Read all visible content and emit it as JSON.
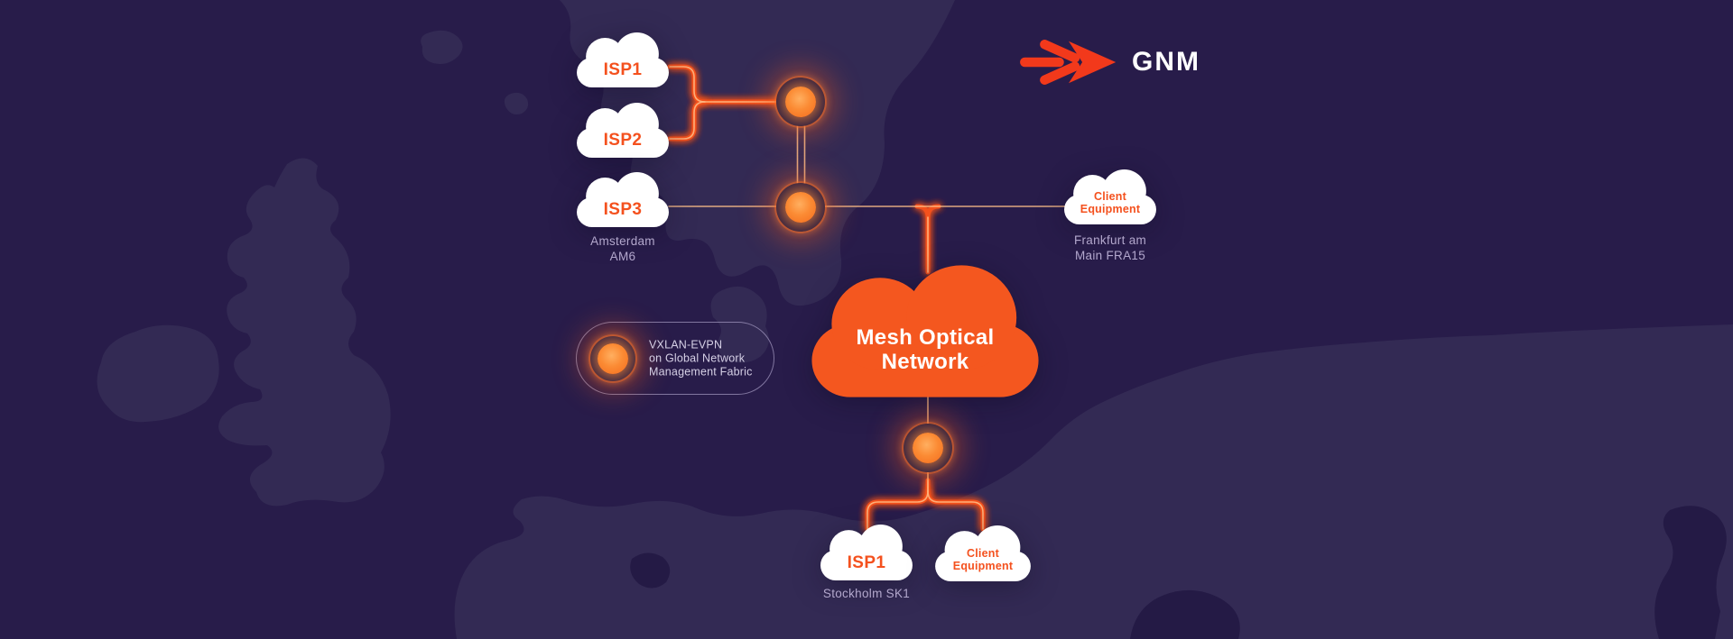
{
  "brand": "GNM",
  "clouds": {
    "isp1_top": "ISP1",
    "isp2": "ISP2",
    "isp3": "ISP3",
    "client_top": [
      "Client",
      "Equipment"
    ],
    "mesh": [
      "Mesh Optical",
      "Network"
    ],
    "isp1_bottom": "ISP1",
    "client_bottom": [
      "Client",
      "Equipment"
    ]
  },
  "locations": {
    "amsterdam": [
      "Amsterdam",
      "AM6"
    ],
    "frankfurt": [
      "Frankfurt am",
      "Main FRA15"
    ],
    "stockholm": [
      "Stockholm SK1"
    ]
  },
  "legend": [
    "VXLAN-EVPN",
    "on Global Network",
    "Management Fabric"
  ],
  "icons": {
    "logo": "converging-arrows-icon",
    "legend_marker": "fabric-node-icon"
  },
  "colors": {
    "background_sea": "#281c4a",
    "land": "#332a54",
    "land_dark_water": "#241a45",
    "wire_orange": "#f4511e",
    "node_core_orange": "#fb8b34",
    "cloud_white": "#ffffff",
    "mesh_cloud_orange": "#f4571f",
    "cloud_text_orange": "#f4511e",
    "location_text": "#b3a8cd",
    "legend_text": "#d6d0e6",
    "brand_arrow_red": "#f2391b",
    "brand_text_white": "#ffffff"
  }
}
